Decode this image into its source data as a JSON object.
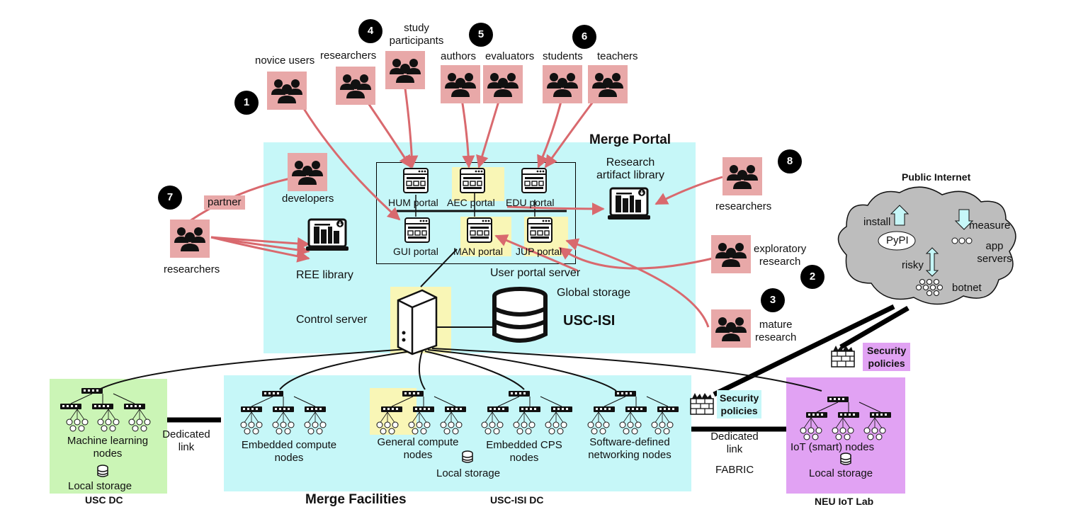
{
  "colors": {
    "cyan": "#c6f7f8",
    "green": "#cbf5b6",
    "purple": "#e1a2f3",
    "pink": "#e8a8a8",
    "yellow": "#f9f6b6",
    "arrow": "#d9696e",
    "cloud": "#bdbdbd"
  },
  "badges": [
    "1",
    "2",
    "3",
    "4",
    "5",
    "6",
    "7",
    "8"
  ],
  "portal": {
    "title": "Merge Portal",
    "org": "USC-ISI",
    "user_portal_server": "User portal server",
    "global_storage": "Global storage",
    "control_server": "Control server"
  },
  "library": {
    "research_artifact": "Research\nartifact library",
    "ree": "REE library"
  },
  "portals": {
    "hum": "HUM portal",
    "aec": "AEC portal",
    "edu": "EDU portal",
    "gui": "GUI portal",
    "man": "MAN portal",
    "jup": "JUP portal"
  },
  "users": {
    "novice": "novice users",
    "researchers_4": "researchers",
    "study": "study\nparticipants",
    "authors": "authors",
    "evaluators": "evaluators",
    "students": "students",
    "teachers": "teachers",
    "developers": "developers",
    "partner": "partner",
    "researchers_7": "researchers",
    "researchers_8": "researchers",
    "exploratory": "exploratory\nresearch",
    "mature": "mature\nresearch"
  },
  "internet": {
    "title": "Public Internet",
    "install": "install",
    "pypi": "PyPI",
    "measure": "measure",
    "app_servers": "app\nservers",
    "risky": "risky",
    "botnet": "botnet"
  },
  "security": {
    "label1": "Security\npolicies",
    "label2": "Security\npolicies"
  },
  "facilities": {
    "title": "Merge Facilities",
    "usc_dc": "USC DC",
    "usc_isi_dc": "USC-ISI DC",
    "neu": "NEU IoT Lab",
    "ml_nodes": "Machine learning\nnodes",
    "local_storage_1": "Local storage",
    "dedicated_1": "Dedicated\nlink",
    "embedded_compute": "Embedded compute\nnodes",
    "general_compute": "General compute\nnodes",
    "local_storage_2": "Local storage",
    "embedded_cps": "Embedded CPS\nnodes",
    "sdn": "Software-defined\nnetworking nodes",
    "dedicated_2": "Dedicated\nlink",
    "fabric": "FABRIC",
    "iot_nodes": "IoT (smart) nodes",
    "local_storage_3": "Local storage"
  }
}
